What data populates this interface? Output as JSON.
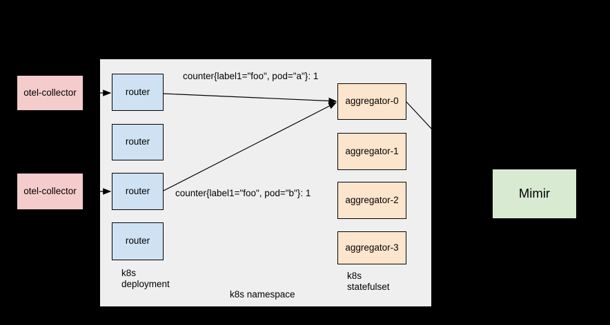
{
  "colors": {
    "background": "#000000",
    "namespace_fill": "#efefef",
    "collector_fill": "#f4cccc",
    "router_fill": "#cfe2f3",
    "aggregator_fill": "#fce5cd",
    "mimir_fill": "#d9ead3",
    "node_border": "#000000",
    "arrow": "#000000",
    "text": "#000000"
  },
  "nodes": {
    "collectors": [
      {
        "label": "otel-collector"
      },
      {
        "label": "otel-collector"
      }
    ],
    "routers": [
      {
        "label": "router"
      },
      {
        "label": "router"
      },
      {
        "label": "router"
      },
      {
        "label": "router"
      }
    ],
    "aggregators": [
      {
        "label": "aggregator-0"
      },
      {
        "label": "aggregator-1"
      },
      {
        "label": "aggregator-2"
      },
      {
        "label": "aggregator-3"
      }
    ],
    "mimir": {
      "label": "Mimir"
    }
  },
  "labels": {
    "counter_a": "counter{label1=\"foo\", pod=\"a\"}: 1",
    "counter_b": "counter{label1=\"foo\", pod=\"b\"}: 1",
    "deployment_line1": "k8s",
    "deployment_line2": "deployment",
    "statefulset_line1": "k8s",
    "statefulset_line2": "statefulset",
    "namespace": "k8s namespace"
  }
}
